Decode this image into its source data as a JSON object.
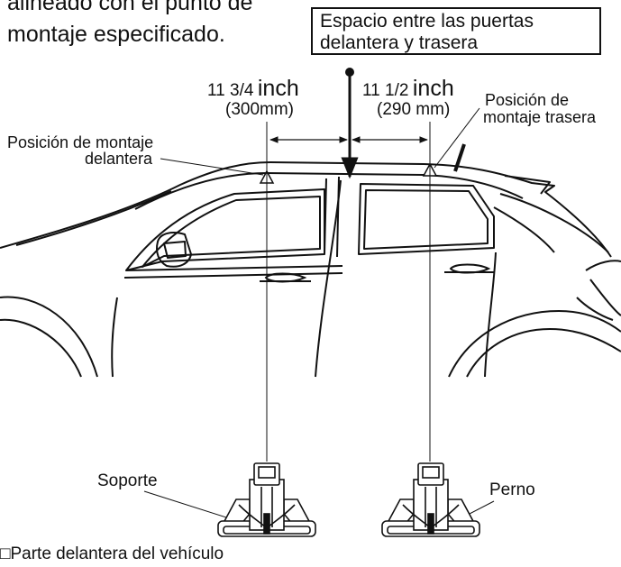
{
  "intro": {
    "line1": "alineado con el punto de",
    "line2": "montaje especificado."
  },
  "callout_box": {
    "line1": "Espacio entre las puertas",
    "line2": "delantera y trasera"
  },
  "front_measure": {
    "value": "11 3/4",
    "unit": "inch",
    "metric": "(300mm)"
  },
  "rear_measure": {
    "value": "11 1/2",
    "unit": "inch",
    "metric": "(290 mm)"
  },
  "labels": {
    "front_position_1": "Posición de montaje",
    "front_position_2": "delantera",
    "rear_position_1": "Posición de",
    "rear_position_2": "montaje trasera",
    "support": "Soporte",
    "bolt": "Perno"
  },
  "footer": {
    "checkbox_glyph": "□",
    "text": "Parte delantera del vehículo"
  }
}
